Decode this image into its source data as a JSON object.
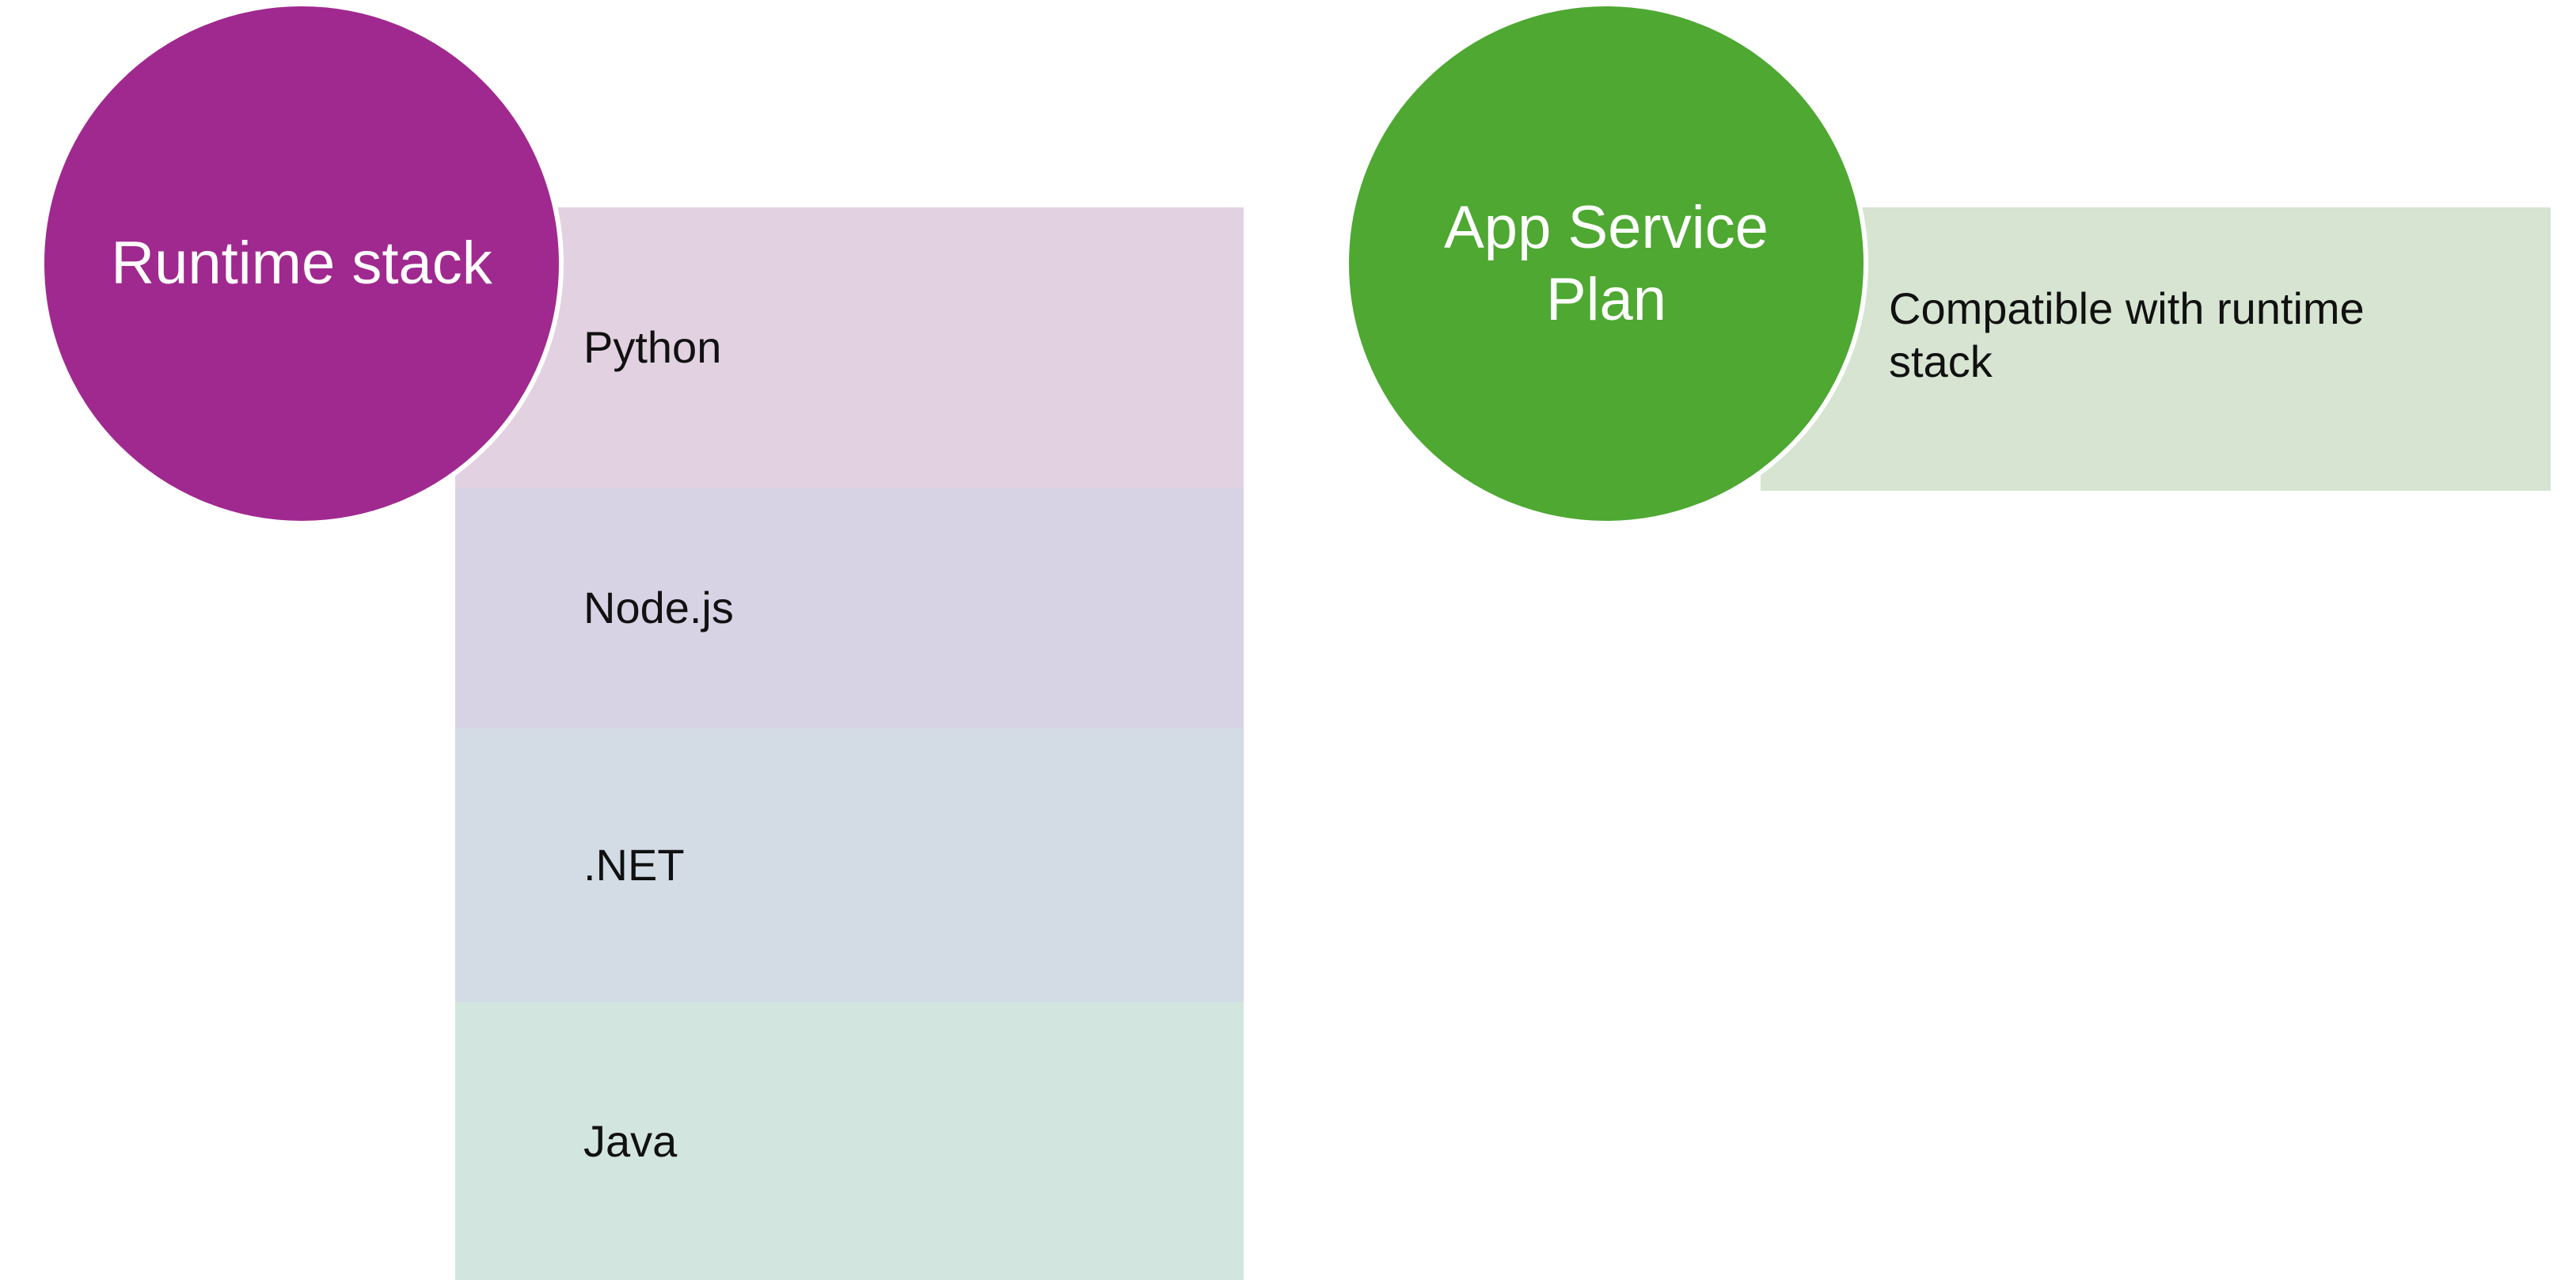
{
  "groups": [
    {
      "title": "Runtime\nstack",
      "color": "#a0298f",
      "items": [
        {
          "label": "Python",
          "color": "#e2d2e1"
        },
        {
          "label": "Node.js",
          "color": "#d7d3e4"
        },
        {
          "label": ".NET",
          "color": "#d3dbe5"
        },
        {
          "label": "Java",
          "color": "#d2e5df"
        }
      ]
    },
    {
      "title": "App Service\nPlan",
      "color": "#4ea832",
      "items": [
        {
          "label": "Compatible with runtime\nstack",
          "color": "#d6e4d1"
        }
      ]
    }
  ]
}
